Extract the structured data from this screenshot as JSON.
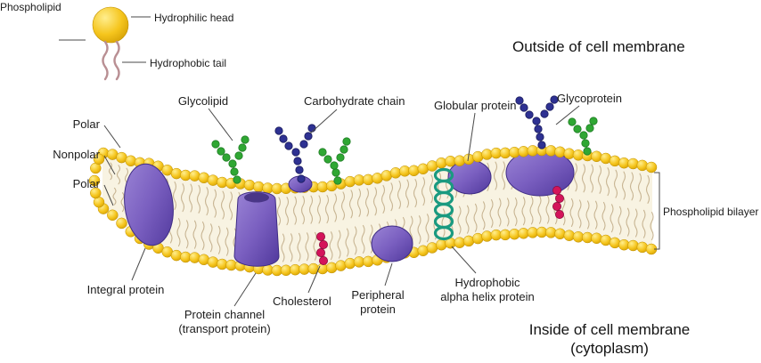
{
  "legend": {
    "phospholipid": "Phospholipid",
    "hydrophilic_head": "Hydrophilic head",
    "hydrophobic_tail": "Hydrophobic tail"
  },
  "regions": {
    "outside": "Outside of cell membrane",
    "inside_line1": "Inside of cell membrane",
    "inside_line2": "(cytoplasm)"
  },
  "labels": {
    "glycolipid": "Glycolipid",
    "carbohydrate_chain": "Carbohydrate chain",
    "globular_protein": "Globular protein",
    "glycoprotein": "Glycoprotein",
    "polar_top": "Polar",
    "nonpolar": "Nonpolar",
    "polar_bottom": "Polar",
    "phospholipid_bilayer": "Phospholipid bilayer",
    "integral_protein": "Integral protein",
    "protein_channel_line1": "Protein channel",
    "protein_channel_line2": "(transport protein)",
    "cholesterol": "Cholesterol",
    "peripheral_line1": "Peripheral",
    "peripheral_line2": "protein",
    "helix_line1": "Hydrophobic",
    "helix_line2": "alpha helix protein"
  },
  "colors": {
    "head_highlight": "#ffee8e",
    "head_yellow": "#f5c51d",
    "head_edge": "#cf9a00",
    "band_fill": "#f8f3e2",
    "tail_stroke": "#c7b492",
    "protein_light": "#9b85d6",
    "protein_mid": "#7a5fc0",
    "protein_dark": "#50389c",
    "helix_teal": "#1a9a80",
    "cholesterol_magenta": "#d4145a",
    "glyco_green": "#2fa733",
    "carb_navy": "#2e3192",
    "legend_tail_pink": "#b98f93"
  }
}
